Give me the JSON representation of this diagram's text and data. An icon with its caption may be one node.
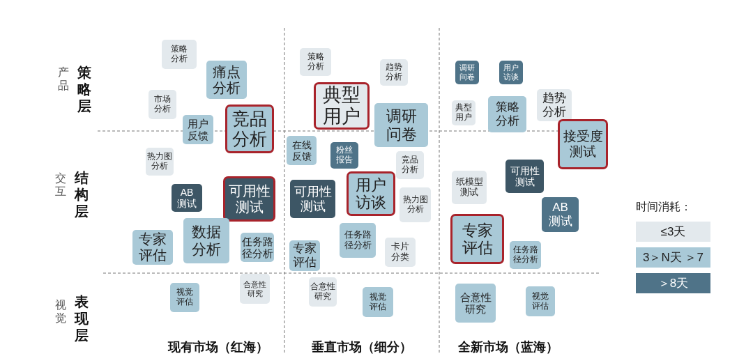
{
  "diagram": {
    "nodes": [
      {
        "text": [
          "策略分析"
        ]
      },
      {
        "text": [
          "痛点分析"
        ]
      },
      {
        "text": [
          "市场分析"
        ]
      },
      {
        "text": [
          "用户反馈"
        ]
      },
      {
        "text": [
          "竞品分析"
        ]
      },
      {
        "text": [
          "热力图分析"
        ]
      },
      {
        "text": [
          "AB测试"
        ]
      },
      {
        "text": [
          "可用性测试"
        ]
      },
      {
        "text": [
          "专家评估"
        ]
      },
      {
        "text": [
          "数据分析"
        ]
      },
      {
        "text": [
          "任务路径分析"
        ]
      },
      {
        "text": [
          "视觉评估"
        ]
      },
      {
        "text": [
          "合意性研究"
        ]
      },
      {
        "text": [
          "策略分析"
        ]
      },
      {
        "text": [
          "趋势分析"
        ]
      },
      {
        "text": [
          "典型用户"
        ]
      },
      {
        "text": [
          "调研问卷"
        ]
      },
      {
        "text": [
          "在线反馈"
        ]
      },
      {
        "text": [
          "粉丝报告"
        ]
      },
      {
        "text": [
          "竞品分析"
        ]
      },
      {
        "text": [
          "可用性测试"
        ]
      },
      {
        "text": [
          "用户访谈"
        ]
      },
      {
        "text": [
          "热力图分析"
        ]
      },
      {
        "text": [
          "任务路径分析"
        ]
      },
      {
        "text": [
          "卡片分类"
        ]
      },
      {
        "text": [
          "专家评估"
        ]
      },
      {
        "text": [
          "合意性研究"
        ]
      },
      {
        "text": [
          "视觉评估"
        ]
      },
      {
        "text": [
          "调研问卷"
        ]
      },
      {
        "text": [
          "用户访谈"
        ]
      },
      {
        "text": [
          "典型用户"
        ]
      },
      {
        "text": [
          "策略分析"
        ]
      },
      {
        "text": [
          "趋势分析"
        ]
      },
      {
        "text": [
          "接受度测试"
        ]
      },
      {
        "text": [
          "纸模型测试"
        ]
      },
      {
        "text": [
          "可用性测试"
        ]
      },
      {
        "text": [
          "AB测试"
        ]
      },
      {
        "text": [
          "专家评估"
        ]
      },
      {
        "text": [
          "任务路径分析"
        ]
      },
      {
        "text": [
          "合意性研究"
        ]
      },
      {
        "text": [
          "视觉评估"
        ]
      }
    ],
    "labels": [
      "产品",
      "策略层",
      "交互",
      "结构层",
      "视觉",
      "表现层",
      "现有市场（红海）",
      "垂直市场（细分）",
      "全新市场（蓝海）",
      "时间消耗："
    ],
    "legend": [
      {
        "text": "≤3天",
        "color": "#e3e9ed"
      },
      {
        "text": "3＞N天 ＞7",
        "color": "#a9c9d7"
      },
      {
        "text": "＞8天",
        "color": "#4f7388"
      }
    ]
  }
}
